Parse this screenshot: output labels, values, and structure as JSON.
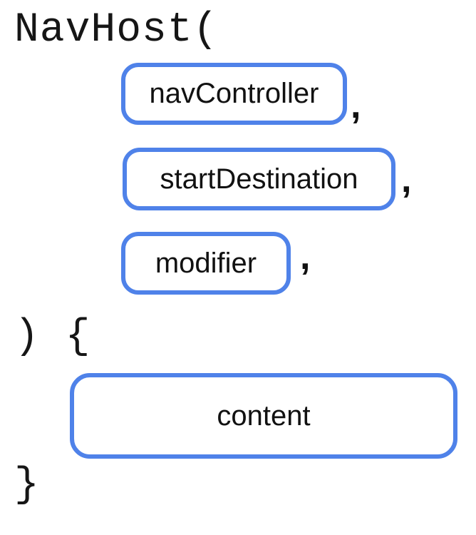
{
  "diagram": {
    "colors": {
      "accent": "#4f82e9",
      "text": "#111111",
      "background": "#ffffff"
    },
    "code": {
      "open_line": "NavHost(",
      "body_open_line": ") {",
      "close_line": "}"
    },
    "parameters": [
      {
        "label": "navController",
        "separator": ","
      },
      {
        "label": "startDestination",
        "separator": ","
      },
      {
        "label": "modifier",
        "separator": ","
      }
    ],
    "trailing_lambda": {
      "label": "content"
    }
  }
}
